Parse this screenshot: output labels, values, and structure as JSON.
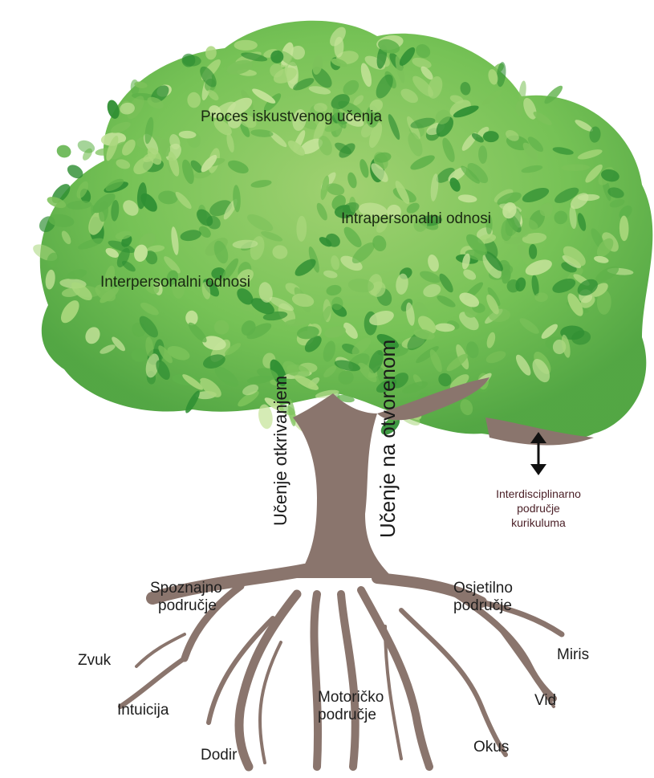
{
  "canopy": {
    "experiential_learning": "Proces iskustvenog učenja",
    "intrapersonal": "Intrapersonalni odnosi",
    "interpersonal": "Interpersonalni odnosi"
  },
  "trunk": {
    "discovery": "Učenje otkrivanjem",
    "outdoor": "Učenje na otvorenom"
  },
  "interdisciplinary": {
    "line1": "Interdisciplinarno",
    "line2": "područje",
    "line3": "kurikuluma"
  },
  "roots": {
    "cognitive_line1": "Spoznajno",
    "cognitive_line2": "područje",
    "sensory_line1": "Osjetilno",
    "sensory_line2": "područje",
    "motor_line1": "Motoričko",
    "motor_line2": "područje",
    "sound": "Zvuk",
    "intuition": "Intuicija",
    "touch": "Dodir",
    "smell": "Miris",
    "sight": "Vid",
    "taste": "Okus"
  },
  "colors": {
    "trunk": "#8a756d",
    "leaf_dark": "#2f8f33",
    "leaf_mid": "#5fb24a",
    "leaf_light": "#a9d77c",
    "label_accent": "#4a1f26"
  }
}
